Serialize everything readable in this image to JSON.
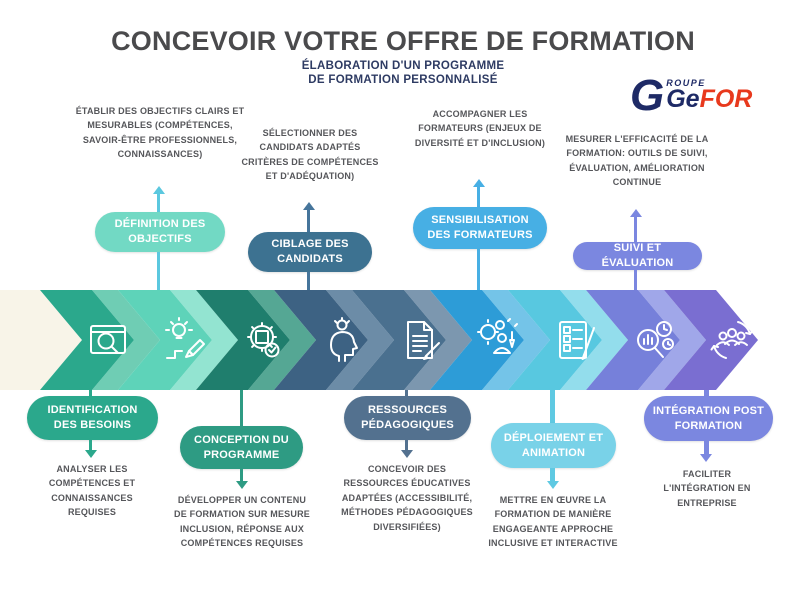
{
  "header": {
    "title": "CONCEVOIR VOTRE OFFRE DE FORMATION",
    "subtitle_line1": "ÉLABORATION D'UN PROGRAMME",
    "subtitle_line2": "DE FORMATION PERSONNALISÉ"
  },
  "logo": {
    "g": "G",
    "roupe": "ROUPE",
    "ge": "Ge",
    "for": "FOR",
    "navy": "#1e2a66",
    "red": "#e8391d"
  },
  "top_steps": [
    {
      "label": "DÉFINITION DES OBJECTIFS",
      "description": "ÉTABLIR DES OBJECTIFS CLAIRS ET MESURABLES (COMPÉTENCES, SAVOIR-ÊTRE PROFESSIONNELS, CONNAISSANCES)",
      "pill_color": "#72d9c4",
      "line_color": "#5bc8df"
    },
    {
      "label": "CIBLAGE DES CANDIDATS",
      "description": "SÉLECTIONNER DES CANDIDATS ADAPTÉS CRITÈRES DE COMPÉTENCES ET D'ADÉQUATION)",
      "pill_color": "#3d7291",
      "line_color": "#46759b"
    },
    {
      "label": "SENSIBILISATION DES FORMATEURS",
      "description": "ACCOMPAGNER LES FORMATEURS (ENJEUX DE DIVERSITÉ ET D'INCLUSION)",
      "pill_color": "#47afe4",
      "line_color": "#47afe4"
    },
    {
      "label": "SUIVI ET ÉVALUATION",
      "description": "MESURER L'EFFICACITÉ DE LA FORMATION: OUTILS DE SUIVI, ÉVALUATION, AMÉLIORATION CONTINUE",
      "pill_color": "#7b87e0",
      "line_color": "#7b87e0"
    }
  ],
  "bottom_steps": [
    {
      "label": "IDENTIFICATION DES BESOINS",
      "description": "ANALYSER LES COMPÉTENCES ET CONNAISSANCES REQUISES",
      "pill_color": "#2ba88c",
      "line_color": "#2ba88c"
    },
    {
      "label": "CONCEPTION DU PROGRAMME",
      "description": "DÉVELOPPER UN CONTENU DE FORMATION SUR MESURE INCLUSION, RÉPONSE AUX COMPÉTENCES REQUISES",
      "pill_color": "#2e9b83",
      "line_color": "#2e9b83"
    },
    {
      "label": "RESSOURCES PÉDAGOGIQUES",
      "description": "CONCEVOIR DES RESSOURCES ÉDUCATIVES ADAPTÉES (ACCESSIBILITÉ, MÉTHODES PÉDAGOGIQUES DIVERSIFIÉES)",
      "pill_color": "#53718f",
      "line_color": "#53718f"
    },
    {
      "label": "DÉPLOIEMENT ET ANIMATION",
      "description": "METTRE EN ŒUVRE LA FORMATION DE MANIÈRE ENGAGEANTE APPROCHE INCLUSIVE ET INTERACTIVE",
      "pill_color": "#79d2e8",
      "line_color": "#5fc9e2"
    },
    {
      "label": "INTÉGRATION POST FORMATION",
      "description": "FACILITER L'INTÉGRATION EN ENTREPRISE",
      "pill_color": "#7b87e0",
      "line_color": "#7b87e0"
    }
  ],
  "band": {
    "start_color": "#f8f4e8",
    "segments": [
      {
        "icon": "search-window",
        "color": "#2ba88c",
        "light": "#6fcdb4"
      },
      {
        "icon": "idea-pencil",
        "color": "#5ed3b9",
        "light": "#93e4d1"
      },
      {
        "icon": "process-gears",
        "color": "#1f7e6d",
        "light": "#55a794"
      },
      {
        "icon": "creative-head",
        "color": "#3d6283",
        "light": "#6c8ca7"
      },
      {
        "icon": "document-pen",
        "color": "#4a708f",
        "light": "#7c97af"
      },
      {
        "icon": "deployment-tools",
        "color": "#2d9cd7",
        "light": "#74c4e8"
      },
      {
        "icon": "checklist-pen",
        "color": "#58c8e0",
        "light": "#93ddec"
      },
      {
        "icon": "monitor-search",
        "color": "#7680da",
        "light": "#a0a7e9"
      },
      {
        "icon": "community-cycle",
        "color": "#7a6ed1",
        "light": "#a39ce4"
      }
    ]
  }
}
